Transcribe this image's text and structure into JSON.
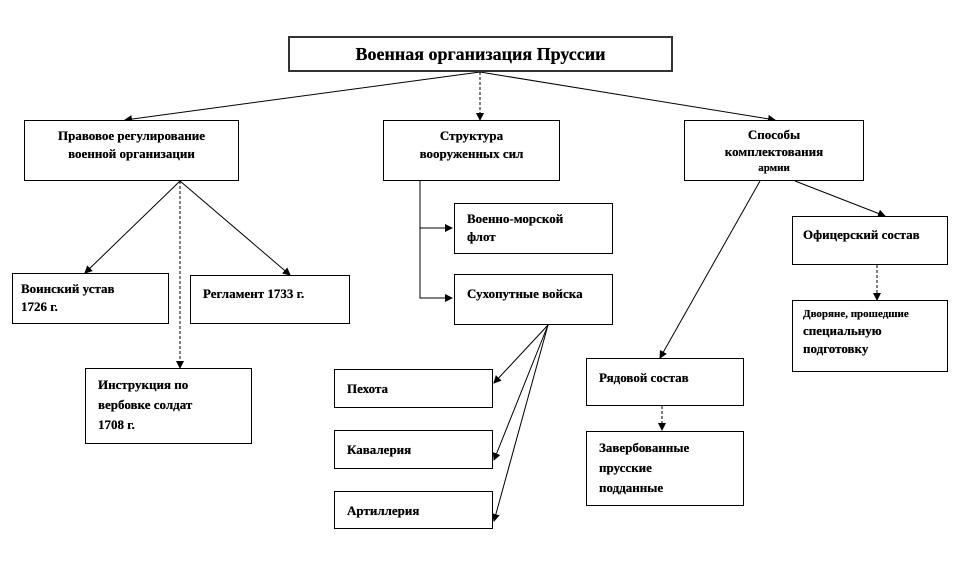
{
  "title": "Военная организация Пруссии",
  "branches": {
    "legal": {
      "lines": [
        "Правовое регулирование",
        "военной организации"
      ]
    },
    "structure": {
      "lines": [
        "Структура",
        "вооруженных сил"
      ]
    },
    "manning": {
      "lines": [
        "Способы",
        "комплектования",
        "армии"
      ]
    }
  },
  "legal_children": {
    "ustav": {
      "lines": [
        "Воинский устав",
        "1726 г."
      ]
    },
    "reglament": {
      "lines": [
        "Регламент 1733 г."
      ]
    },
    "instrukciya": {
      "lines": [
        "Инструкция по",
        "вербовке солдат",
        "1708 г."
      ]
    }
  },
  "structure_children": {
    "flot": {
      "lines": [
        "Военно-морской",
        "флот"
      ]
    },
    "suhoput": {
      "lines": [
        "Сухопутные войска"
      ]
    }
  },
  "land_forces": {
    "pehota": {
      "lines": [
        "Пехота"
      ]
    },
    "kavaleriya": {
      "lines": [
        "Кавалерия"
      ]
    },
    "artilleriya": {
      "lines": [
        "Артиллерия"
      ]
    }
  },
  "manning_children": {
    "officers": {
      "lines": [
        "Офицерский состав"
      ]
    },
    "officers_source": {
      "lines": [
        "Дворяне, прошедшие",
        "специальную",
        "подготовку"
      ]
    },
    "ranks": {
      "lines": [
        "Рядовой состав"
      ]
    },
    "ranks_source": {
      "lines": [
        "Завербованные",
        "прусские",
        "подданные"
      ]
    }
  }
}
